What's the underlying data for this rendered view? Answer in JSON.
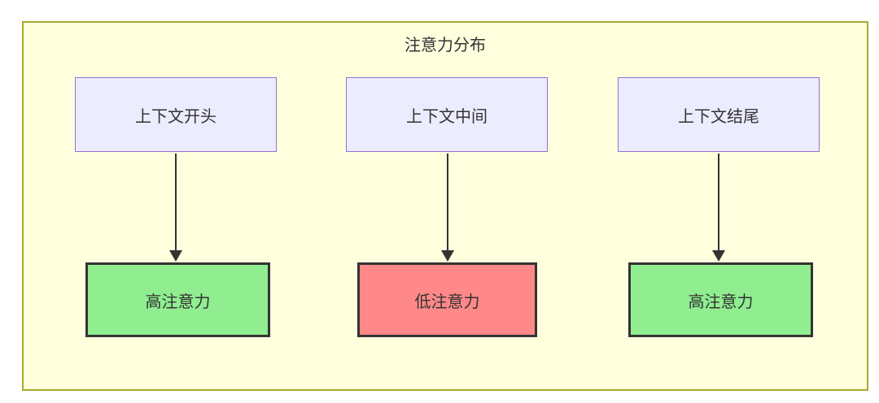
{
  "diagram": {
    "title": "注意力分布",
    "columns": [
      {
        "source": "上下文开头",
        "result": "高注意力",
        "level": "high"
      },
      {
        "source": "上下文中间",
        "result": "低注意力",
        "level": "low"
      },
      {
        "source": "上下文结尾",
        "result": "高注意力",
        "level": "high"
      }
    ],
    "colors": {
      "frame_fill": "#ffffde",
      "frame_border": "#aaaa33",
      "source_fill": "#ececff",
      "source_border": "#9370db",
      "high_fill": "#90ee90",
      "low_fill": "#ff8888",
      "result_border": "#333333",
      "arrow": "#333333",
      "text": "#333333"
    }
  }
}
